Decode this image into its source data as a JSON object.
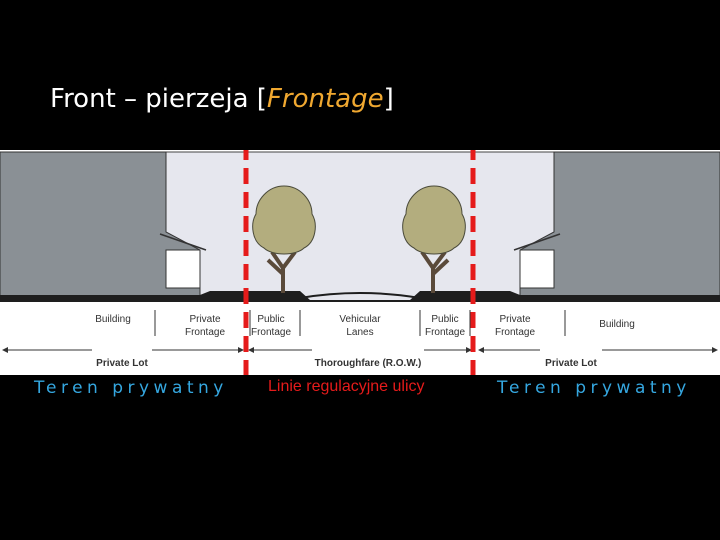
{
  "title": {
    "main": "Front – pierzeja  [",
    "italic": "Frontage",
    "close": "]"
  },
  "colors": {
    "background": "#000000",
    "title_accent": "#f0a830",
    "regulation_line": "#e51b1b",
    "private_caption": "#35a7e0",
    "building": "#8a9095",
    "street_space": "#e6e7ee"
  },
  "diagram": {
    "left_building": "Building",
    "left_private_frontage": [
      "Private",
      "Frontage"
    ],
    "left_public_frontage": [
      "Public",
      "Frontage"
    ],
    "vehicular_lanes": [
      "Vehicular",
      "Lanes"
    ],
    "right_public_frontage": [
      "Public",
      "Frontage"
    ],
    "right_private_frontage": [
      "Private",
      "Frontage"
    ],
    "right_building": "Building",
    "left_private_lot": "Private Lot",
    "thoroughfare": "Thoroughfare (R.O.W.)",
    "right_private_lot": "Private Lot"
  },
  "captions": {
    "left": "Teren prywatny",
    "middle": "Linie regulacyjne ulicy",
    "right": "Teren prywatny"
  }
}
